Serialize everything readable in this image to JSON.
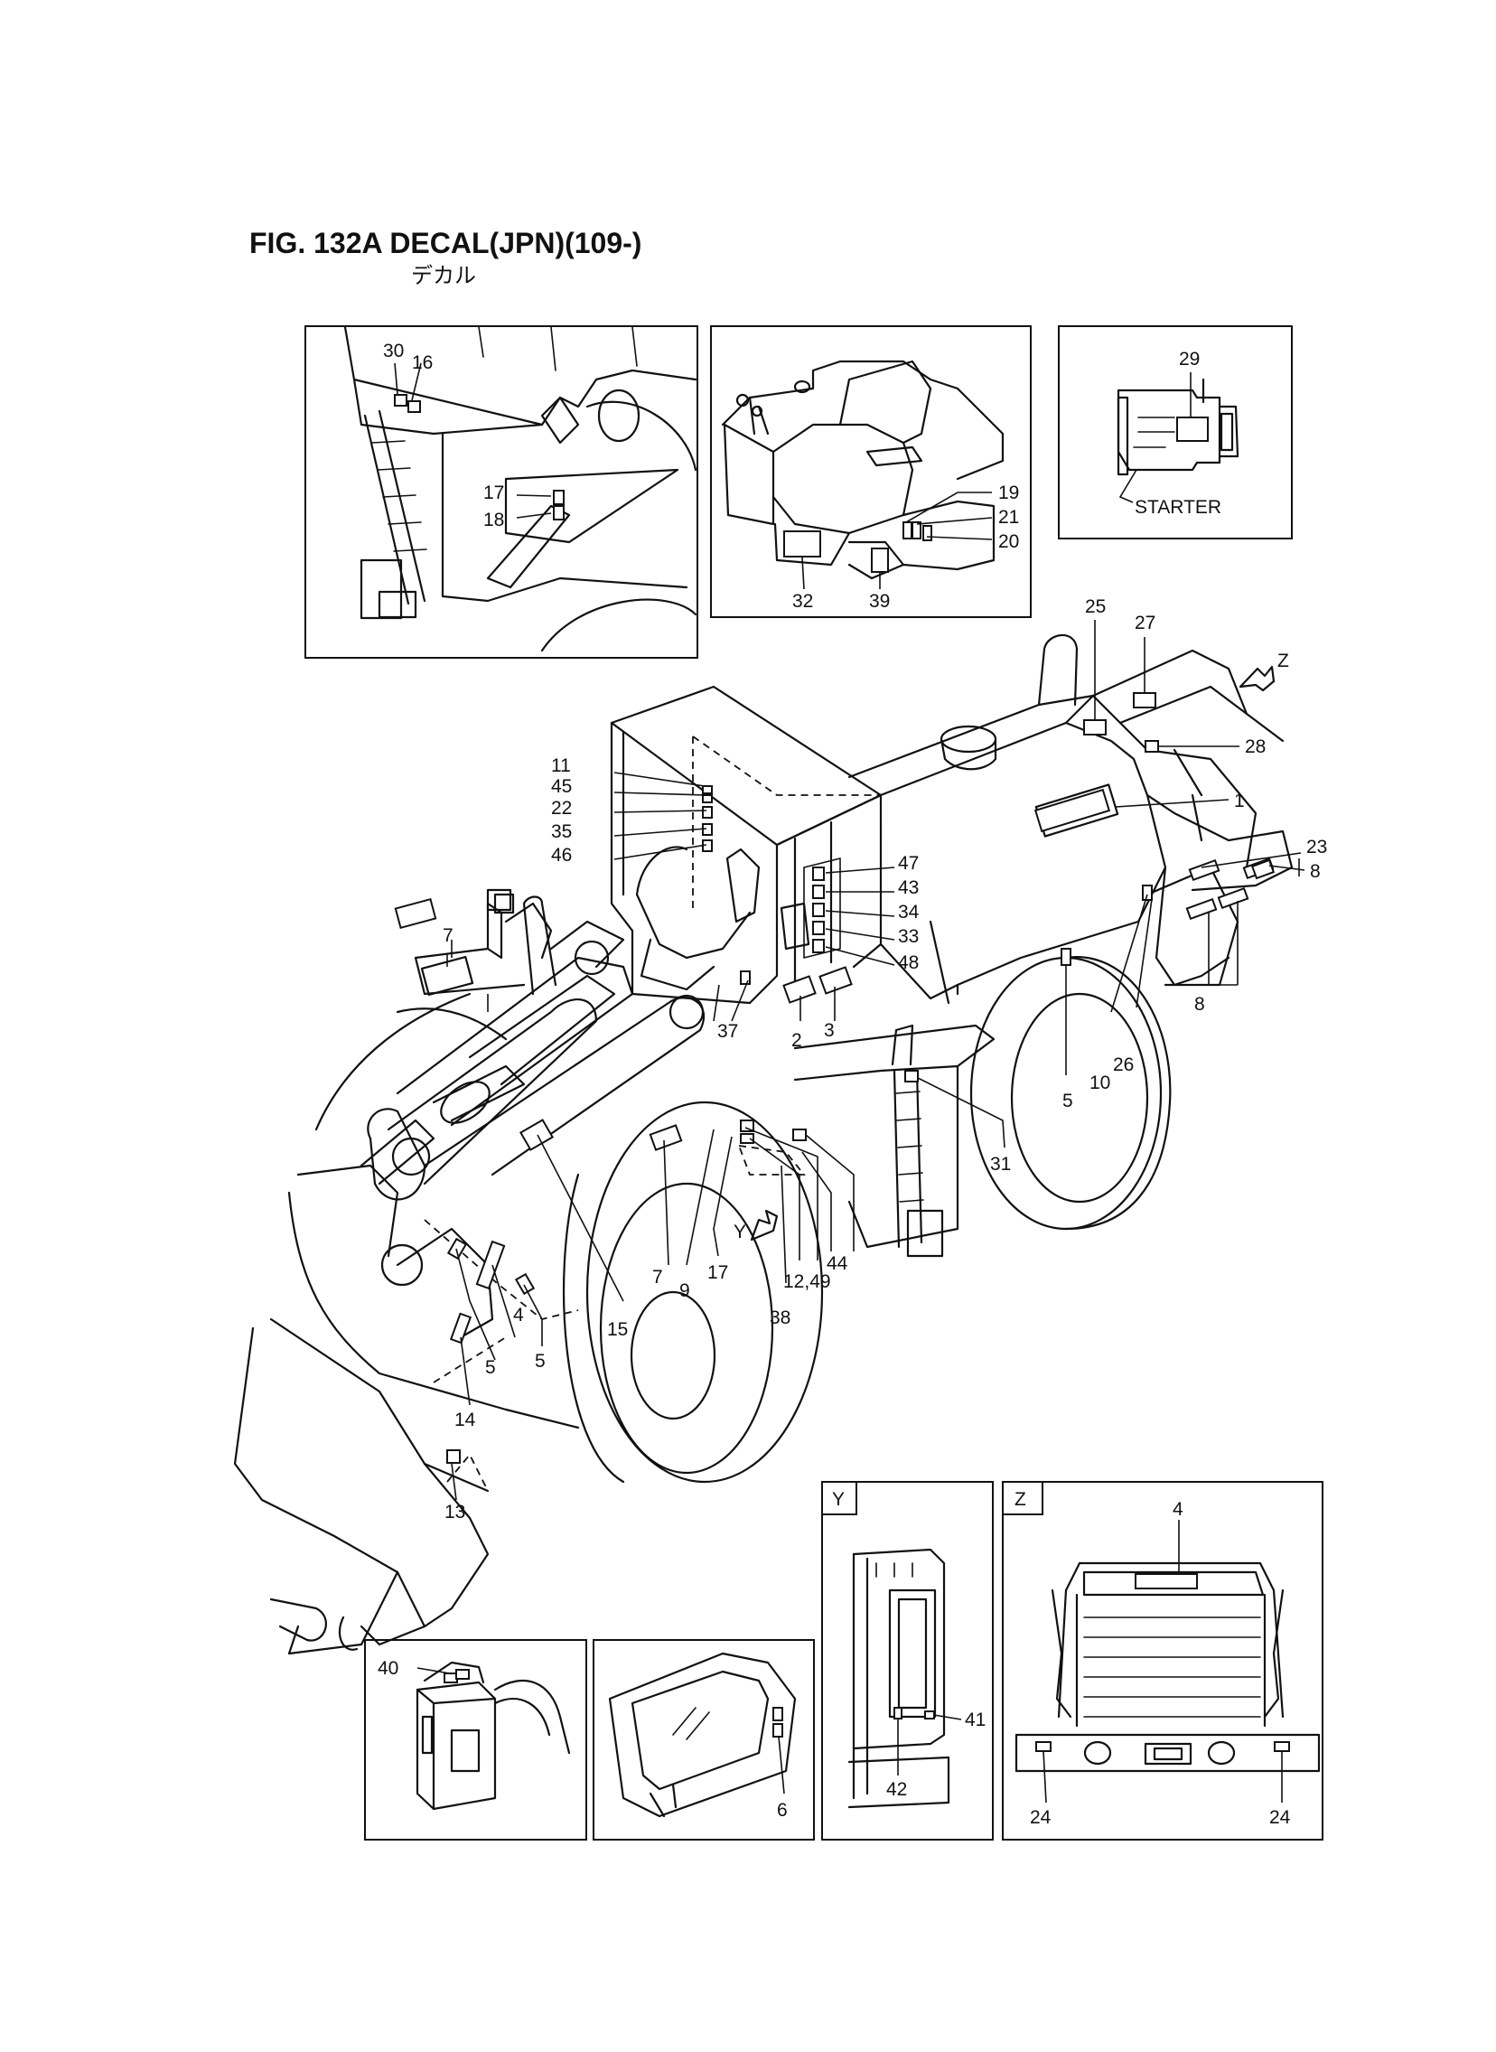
{
  "header": {
    "title": "FIG. 132A  DECAL(JPN)(109-)",
    "subtitle": "デカル"
  },
  "insets": {
    "starter_caption": "STARTER",
    "view_y_letter": "Y",
    "view_z_letter": "Z"
  },
  "direction_markers": {
    "y_arrow": "Y",
    "z_arrow": "Z"
  },
  "callouts": {
    "c1": "1",
    "c2": "2",
    "c3": "3",
    "c4": "4",
    "c5": "5",
    "c6": "6",
    "c7": "7",
    "c8": "8",
    "c9": "9",
    "c10": "10",
    "c11": "11",
    "c12_49": "12,49",
    "c13": "13",
    "c14": "14",
    "c15": "15",
    "c16": "16",
    "c17": "17",
    "c18": "18",
    "c19": "19",
    "c20": "20",
    "c21": "21",
    "c22": "22",
    "c23": "23",
    "c24": "24",
    "c25": "25",
    "c26": "26",
    "c27": "27",
    "c28": "28",
    "c29": "29",
    "c30": "30",
    "c31": "31",
    "c32": "32",
    "c33": "33",
    "c34": "34",
    "c35": "35",
    "c37": "37",
    "c38": "38",
    "c39": "39",
    "c40": "40",
    "c41": "41",
    "c42": "42",
    "c43": "43",
    "c44": "44",
    "c45": "45",
    "c46": "46",
    "c47": "47",
    "c48": "48"
  }
}
